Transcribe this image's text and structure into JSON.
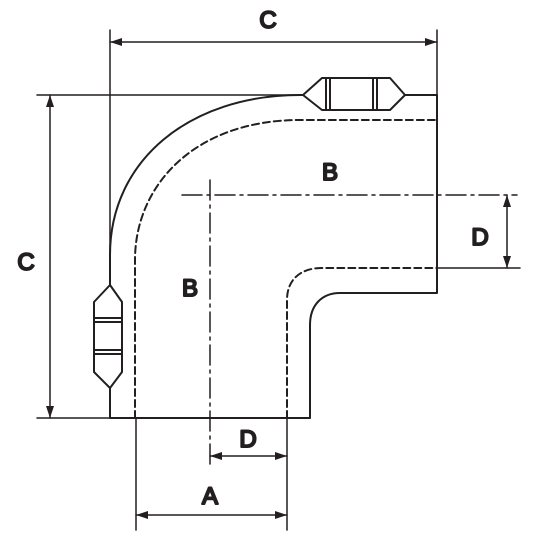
{
  "drawing": {
    "dimensions": {
      "top_width": "C",
      "left_height": "C",
      "horizontal_centerline": "B",
      "vertical_centerline": "B",
      "right_opening": "D",
      "bottom_opening": "D",
      "bottom_width": "A"
    }
  },
  "colors": {
    "line": "#231f20",
    "background": "#ffffff"
  }
}
